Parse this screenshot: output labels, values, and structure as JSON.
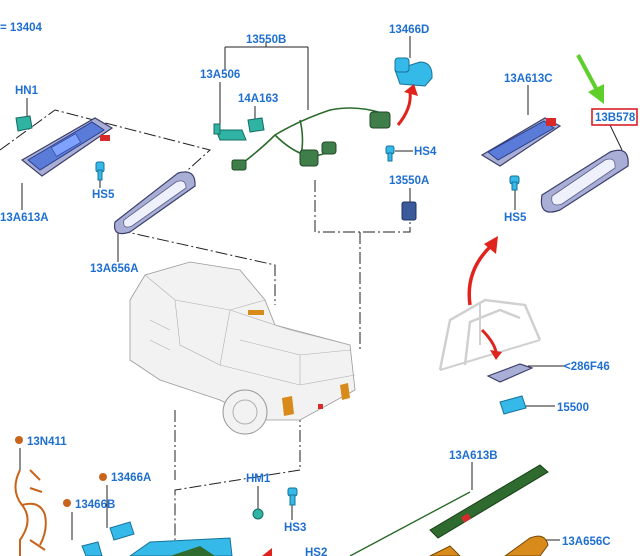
{
  "labels": {
    "p13404": "13404",
    "p13550B": "13550B",
    "p13466D": "13466D",
    "pHN1": "HN1",
    "p13A506": "13A506",
    "p14A163": "14A163",
    "pHS4": "HS4",
    "p13550A": "13550A",
    "pHS5_left": "HS5",
    "p13A613A": "13A613A",
    "p13A656A": "13A656A",
    "p13A613C": "13A613C",
    "p13B578": "13B578",
    "pHS5_right": "HS5",
    "p286F46": "<286F46",
    "p15500": "15500",
    "p13N411": "13N411",
    "p13466A": "13466A",
    "p13466B": "13466B",
    "pHM1": "HM1",
    "pHS3": "HS3",
    "pHS2": "HS2",
    "p13A613B": "13A613B",
    "p13A656C": "13A656C"
  },
  "colors": {
    "label_blue": "#1f6fd1",
    "highlight_box": "#d81f26",
    "arrow_red": "#e0231c",
    "arrow_green": "#5ecf2a",
    "lamp_amber": "#d88a1a"
  }
}
